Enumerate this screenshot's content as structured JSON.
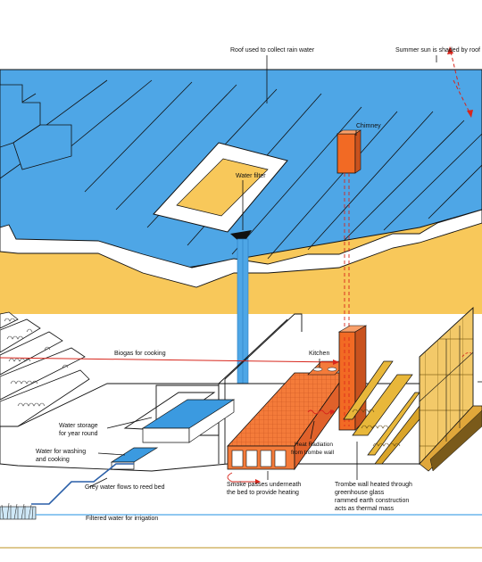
{
  "colors": {
    "roof_blue": "#4ea6e6",
    "sand_yellow": "#f8c85a",
    "chimney_orange": "#f26a24",
    "flue_red": "#d7261c",
    "water_blue": "#3b9ae0",
    "bed_orange": "#f47b3a",
    "plant_gold": "#e8b73a",
    "line": "#111111",
    "footer_line": "#c9a94e"
  },
  "labels": {
    "roof_rain": "Roof used to collect rain water",
    "summer_sun": "Summer sun is shaded by roof",
    "chimney": "Chimney",
    "water_filter": "Water filter",
    "biogas": "Biogas for cooking",
    "kitchen": "Kitchen",
    "water_storage_1": "Water storage",
    "water_storage_2": "for year round",
    "washing_1": "Water for washing",
    "washing_2": "and cooking",
    "grey_water": "Grey water flows to reed bed",
    "filtered": "Filtered water for irrigation",
    "heat_1": "Heat Radiation",
    "heat_2": "from trombe wall",
    "smoke_1": "Smoke passes underneath",
    "smoke_2": "the bed to provide heating",
    "trombe_1": "Trombe wall heated through",
    "trombe_2": "greenhouse glass",
    "trombe_3": "rammed earth construction",
    "trombe_4": "acts as thermal mass"
  }
}
